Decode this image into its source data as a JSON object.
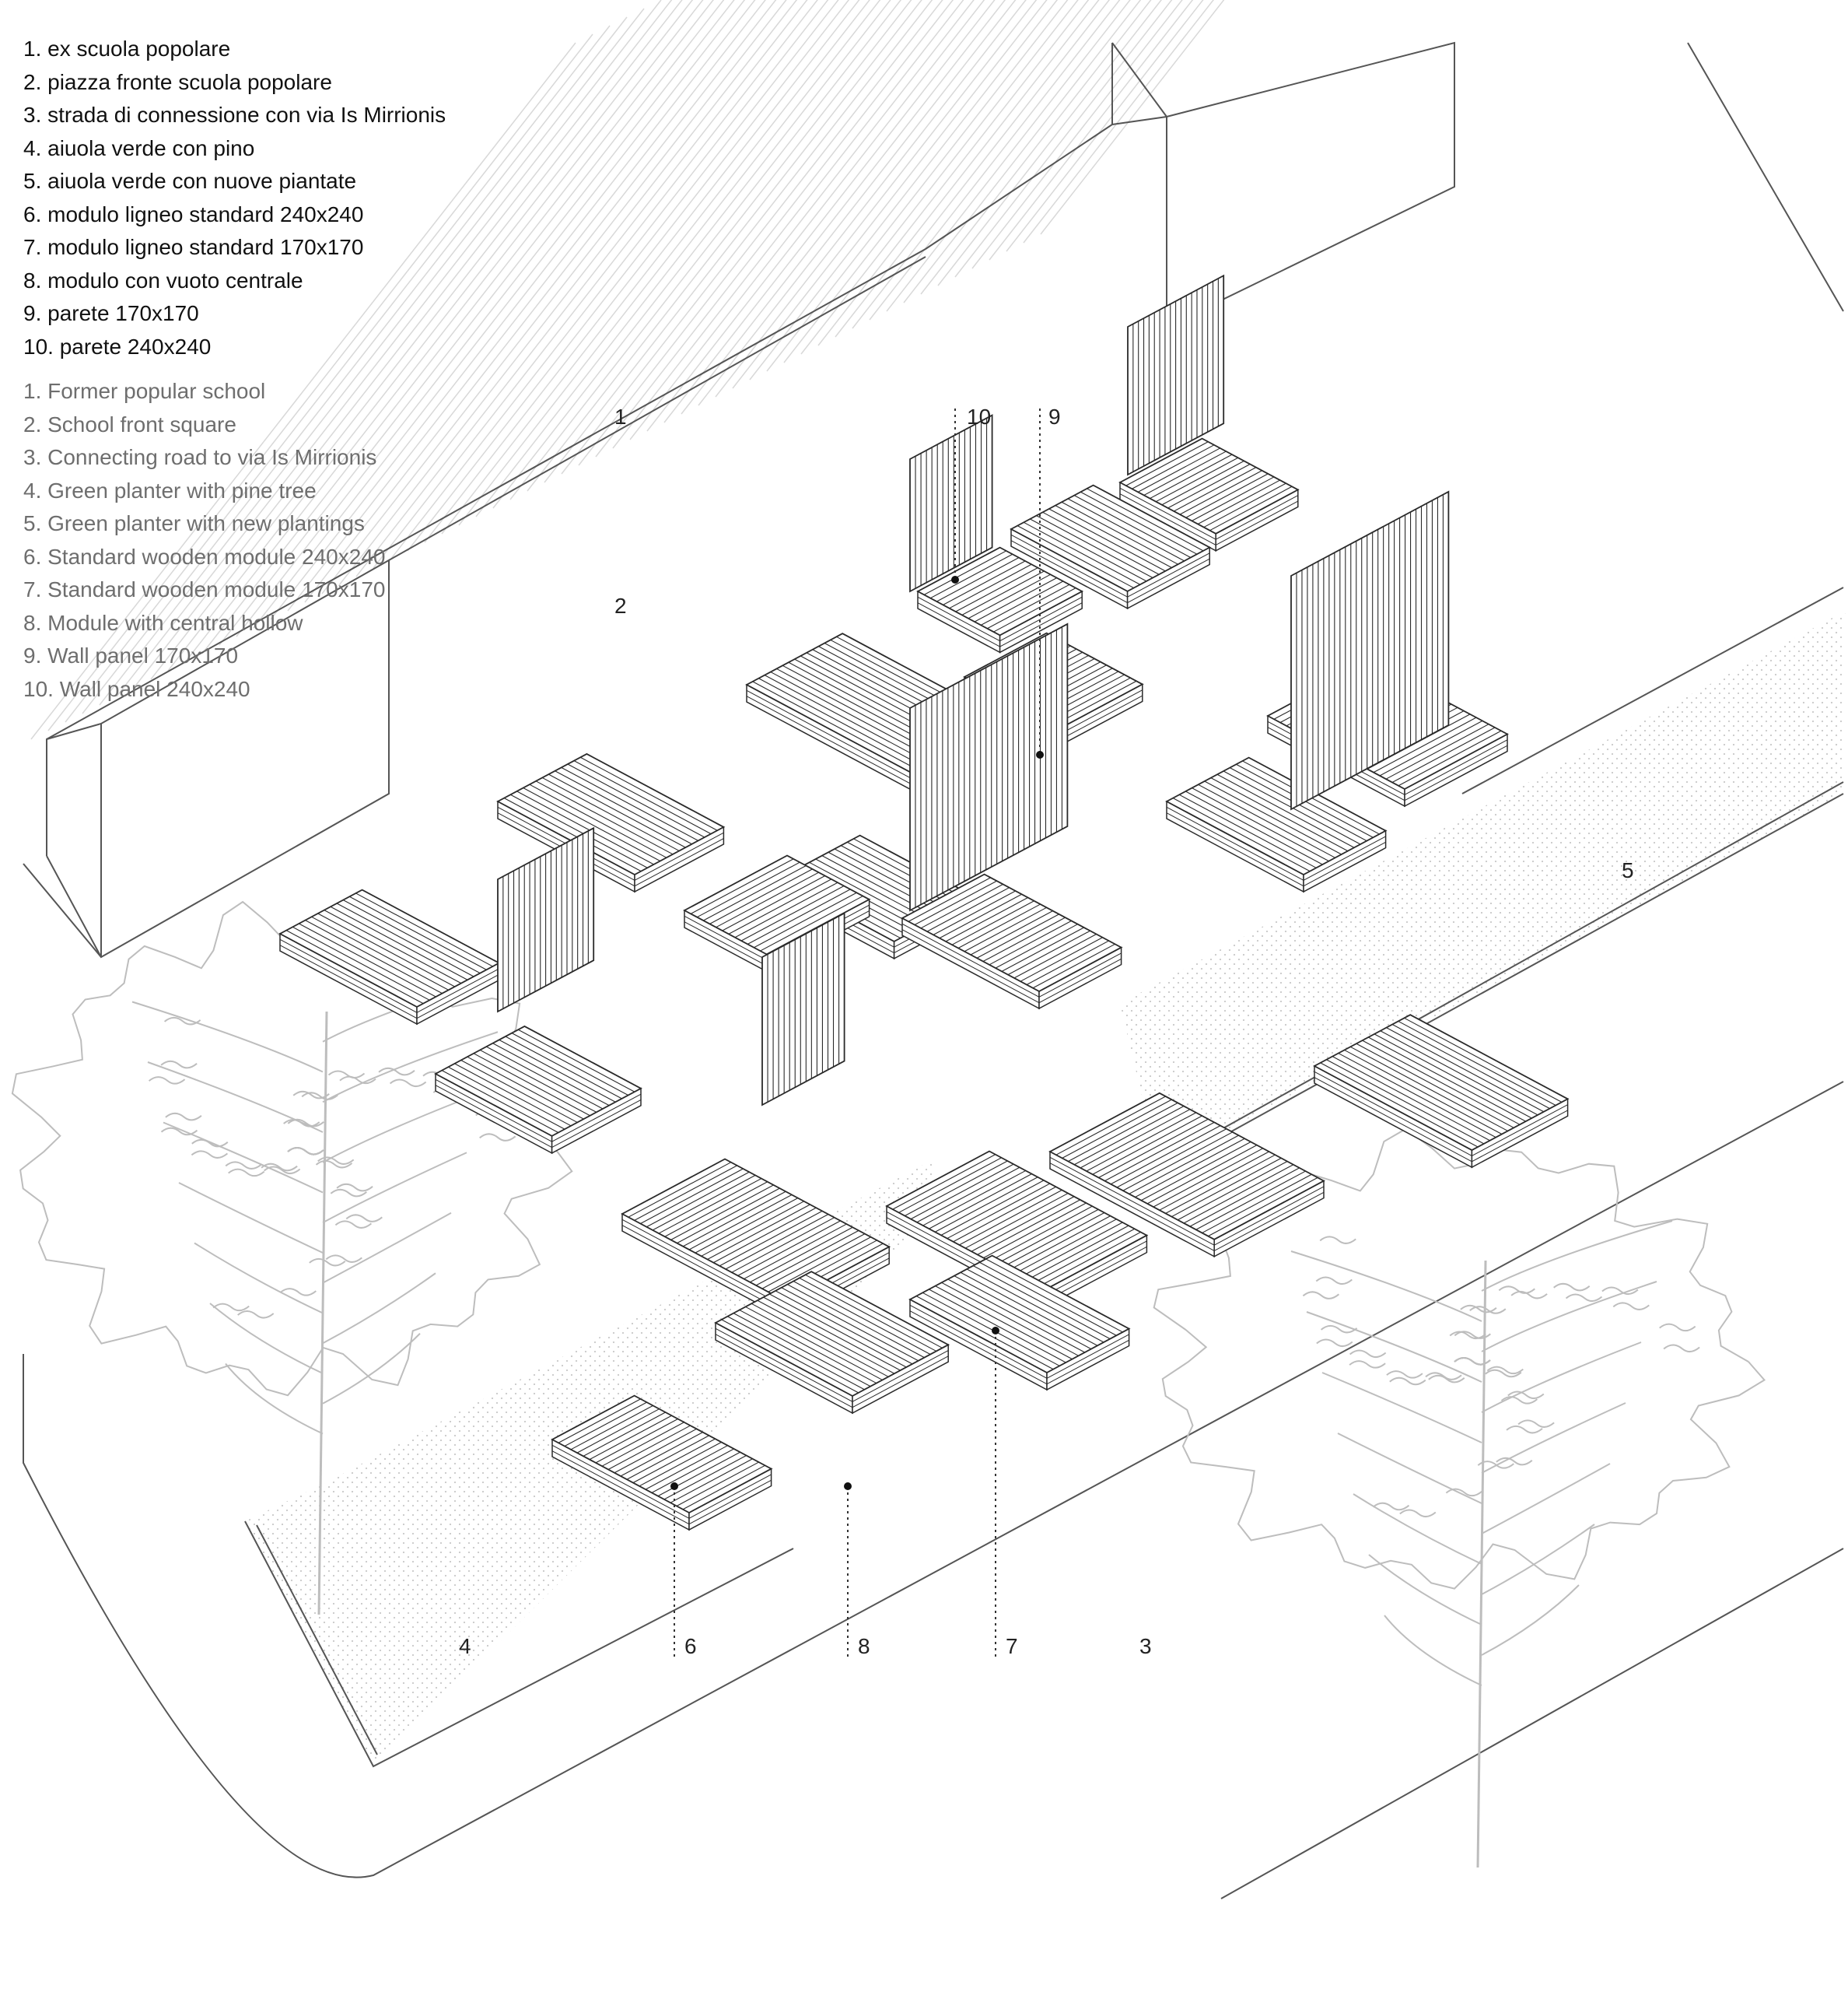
{
  "legend_it": [
    "1. ex scuola popolare",
    "2. piazza fronte scuola popolare",
    "3. strada di connessione con via Is Mirrionis",
    "4. aiuola verde con pino",
    "5. aiuola verde con nuove piantate",
    "6. modulo ligneo standard 240x240",
    "7. modulo ligneo standard 170x170",
    "8. modulo con vuoto centrale",
    "9. parete 170x170",
    "10. parete 240x240"
  ],
  "legend_en": [
    "1. Former popular school",
    "2. School front square",
    "3. Connecting road to via Is Mirrionis",
    "4. Green planter with pine tree",
    "5. Green planter with new plantings",
    "6. Standard wooden module 240x240",
    "7. Standard wooden module 170x170",
    "8. Module with central hollow",
    "9. Wall panel 170x170",
    "10. Wall panel 240x240"
  ],
  "annotations": {
    "school": "1",
    "square": "2",
    "road": "3",
    "planter_pine": "4",
    "planter_new": "5",
    "module_240": "6",
    "module_170": "7",
    "module_hollow": "8",
    "wall_170": "9",
    "wall_240": "10"
  },
  "colors": {
    "line": "#2a2a2a",
    "light_line": "#9a9a9a",
    "tree_line": "#bdbdbd",
    "legend_it": "#111111",
    "legend_en": "#6e6e6e"
  }
}
